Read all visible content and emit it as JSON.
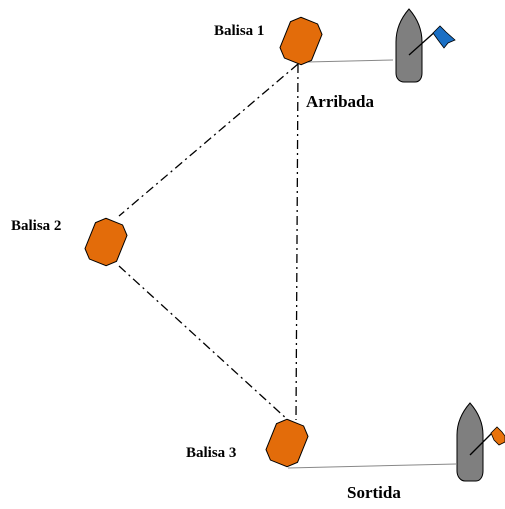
{
  "diagram": {
    "buoys": [
      {
        "label": "Balisa 1"
      },
      {
        "label": "Balisa 2"
      },
      {
        "label": "Balisa 3"
      }
    ],
    "finish_line": {
      "label": "Arribada",
      "flag_color": "#1a6fc4"
    },
    "start_line": {
      "label": "Sortida",
      "flag_color": "#e8730c"
    },
    "colors": {
      "buoy_fill": "#e36c0a",
      "boat_fill": "#7f7f7f",
      "course_line": "#000000",
      "line_marker": "#888888"
    }
  }
}
